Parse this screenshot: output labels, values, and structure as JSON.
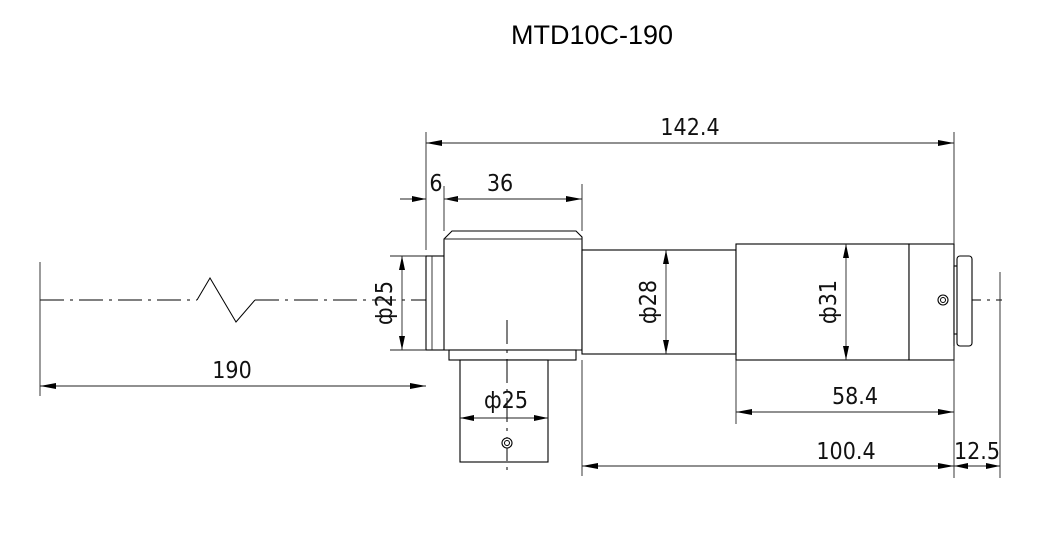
{
  "title": "MTD10C-190",
  "dimensions": {
    "overall_length": "142.4",
    "flange_thickness": "6",
    "block_length": "36",
    "front_diameter": "ф25",
    "travel_length": "190",
    "side_diameter": "ф25",
    "middle_diameter": "ф28",
    "rear_diameter": "ф31",
    "rear_length": "58.4",
    "middle_to_end": "100.4",
    "end_cap": "12.5"
  }
}
